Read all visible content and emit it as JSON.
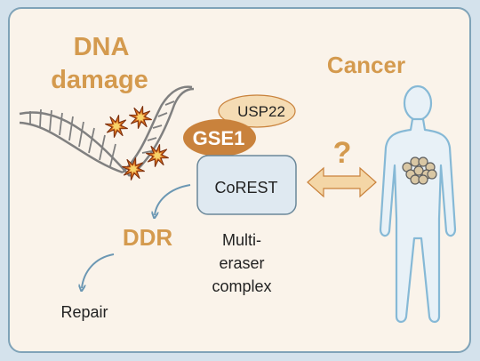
{
  "labels": {
    "dna_damage_line1": "DNA",
    "dna_damage_line2": "damage",
    "usp22": "USP22",
    "gse1": "GSE1",
    "corest": "CoREST",
    "ddr": "DDR",
    "multi_eraser_line1": "Multi-",
    "multi_eraser_line2": "eraser",
    "multi_eraser_line3": "complex",
    "repair": "Repair",
    "cancer": "Cancer",
    "question": "?"
  },
  "colors": {
    "page_background": "#d4e2ec",
    "panel_background": "#faf3ea",
    "panel_border": "#7fa3b8",
    "accent_orange": "#d49a4e",
    "gse1_fill": "#c9823c",
    "usp22_fill": "#f5dcb4",
    "corest_fill": "#dfe9f1",
    "corest_border": "#6a8799",
    "arrow_blue": "#6b97b3",
    "double_arrow_fill": "#f4d6a6",
    "body_outline": "#86b9d6",
    "body_fill": "#e8f1f7",
    "dna_stroke": "#808080",
    "damage_star_outer": "#d56a1d",
    "damage_star_inner": "#f7d36a"
  },
  "icons": {
    "dna": "dna-double-helix-icon",
    "damage": "damage-burst-icon",
    "human": "human-body-icon",
    "tumor": "tumor-cluster-icon",
    "double_arrow": "double-arrow-icon"
  }
}
